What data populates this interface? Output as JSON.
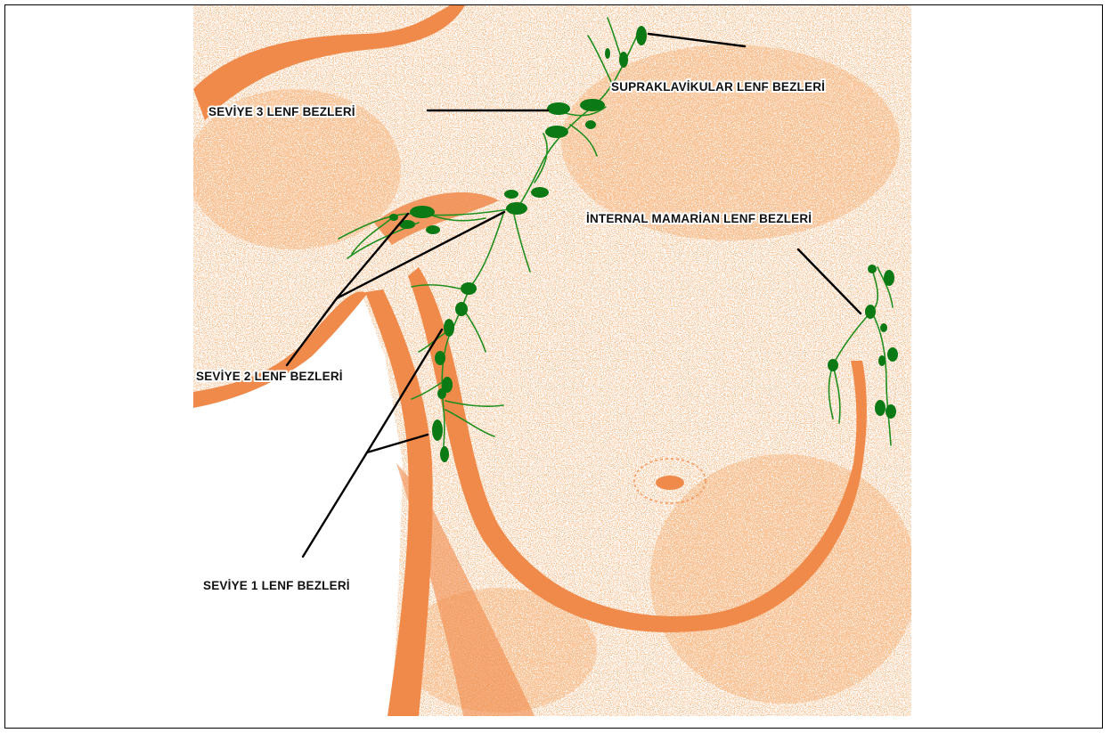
{
  "labels": {
    "supraclavicular": "SUPRAKLAVİKULAR LENF BEZLERİ",
    "level3": "SEVİYE 3 LENF BEZLERİ",
    "internal_mammary": "İNTERNAL MAMARİAN LENF BEZLERİ",
    "level2": "SEVİYE 2 LENF  BEZLERİ",
    "level1": "SEVİYE 1 LENF BEZLERİ"
  },
  "colors": {
    "skin": "#F08A4B",
    "node": "#0B7A14",
    "vessel": "#1F8F1F",
    "pointer": "#000000",
    "background": "#FFFFFF"
  }
}
